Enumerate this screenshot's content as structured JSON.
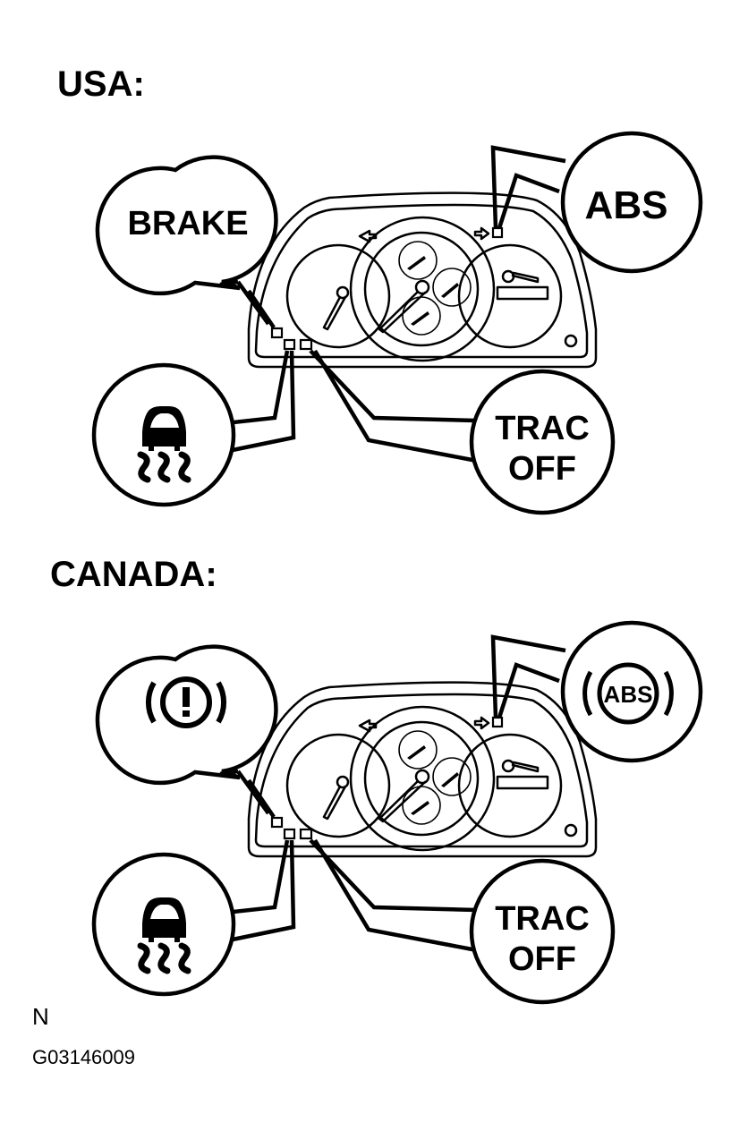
{
  "figure_id": "G03146009",
  "orientation_mark": "N",
  "sections": [
    {
      "heading": "USA:",
      "callouts": {
        "brake": {
          "type": "text",
          "text": "BRAKE"
        },
        "abs": {
          "type": "text",
          "text": "ABS"
        },
        "slip": {
          "type": "icon",
          "icon": "vehicle-skid-icon"
        },
        "trac_off": {
          "line1": "TRAC",
          "line2": "OFF"
        }
      }
    },
    {
      "heading": "CANADA:",
      "callouts": {
        "brake": {
          "type": "icon",
          "icon": "brake-warning-icon"
        },
        "abs": {
          "type": "icon",
          "icon": "abs-circle-icon",
          "text": "ABS"
        },
        "slip": {
          "type": "icon",
          "icon": "vehicle-skid-icon"
        },
        "trac_off": {
          "line1": "TRAC",
          "line2": "OFF"
        }
      }
    }
  ]
}
